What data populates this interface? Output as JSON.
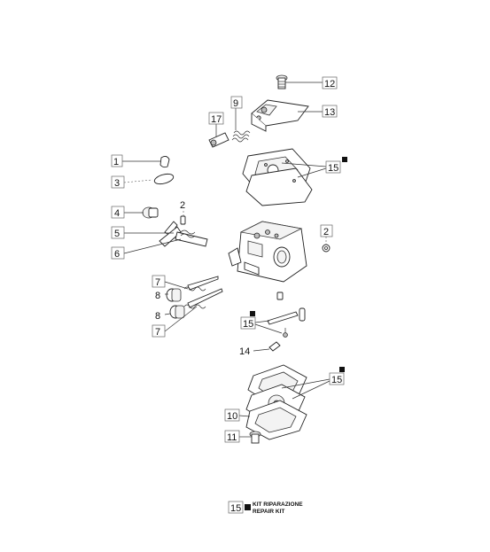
{
  "callouts": {
    "c12": "12",
    "c13": "13",
    "c9": "9",
    "c17": "17",
    "c15a": "15",
    "c1": "1",
    "c3": "3",
    "c4": "4",
    "c2a": "2",
    "c5": "5",
    "c6": "6",
    "c2b": "2",
    "c7a": "7",
    "c8a": "8",
    "c8b": "8",
    "c7b": "7",
    "c15b": "15",
    "c14": "14",
    "c15c": "15",
    "c10": "10",
    "c11": "11"
  },
  "legend": {
    "number": "15",
    "line1": "KIT RIPARAZIONE",
    "line2": "REPAIR KIT"
  },
  "colors": {
    "ink": "#111111",
    "marker": "#111111"
  }
}
